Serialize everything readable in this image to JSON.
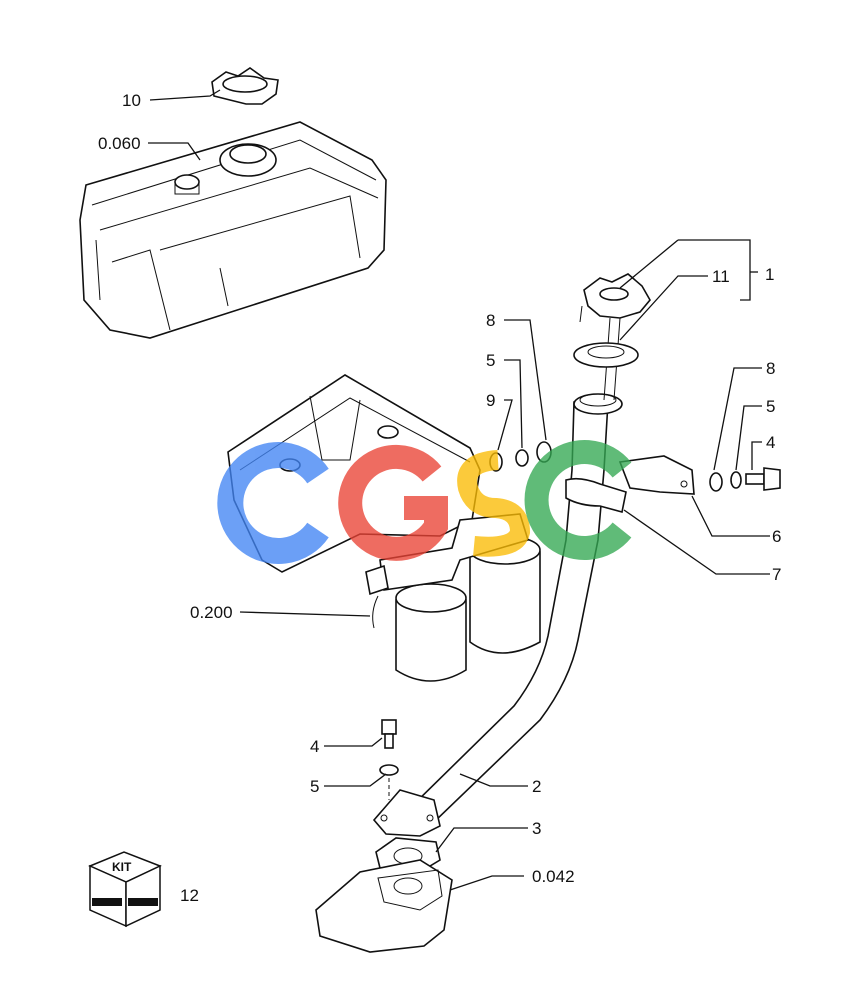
{
  "callouts": {
    "c10": "10",
    "c0060": "0.060",
    "c1": "1",
    "c11": "11",
    "c8a": "8",
    "c5a": "5",
    "c9": "9",
    "c8b": "8",
    "c5b": "5",
    "c4a": "4",
    "c6": "6",
    "c7": "7",
    "c0200": "0.200",
    "c4b": "4",
    "c5c": "5",
    "c2": "2",
    "c3": "3",
    "c0042": "0.042",
    "c12": "12"
  },
  "kit_badge": "KIT",
  "watermark": {
    "text": "CGSC",
    "colors": [
      "#4285f4",
      "#ea4335",
      "#fbbc05",
      "#34a853"
    ]
  }
}
